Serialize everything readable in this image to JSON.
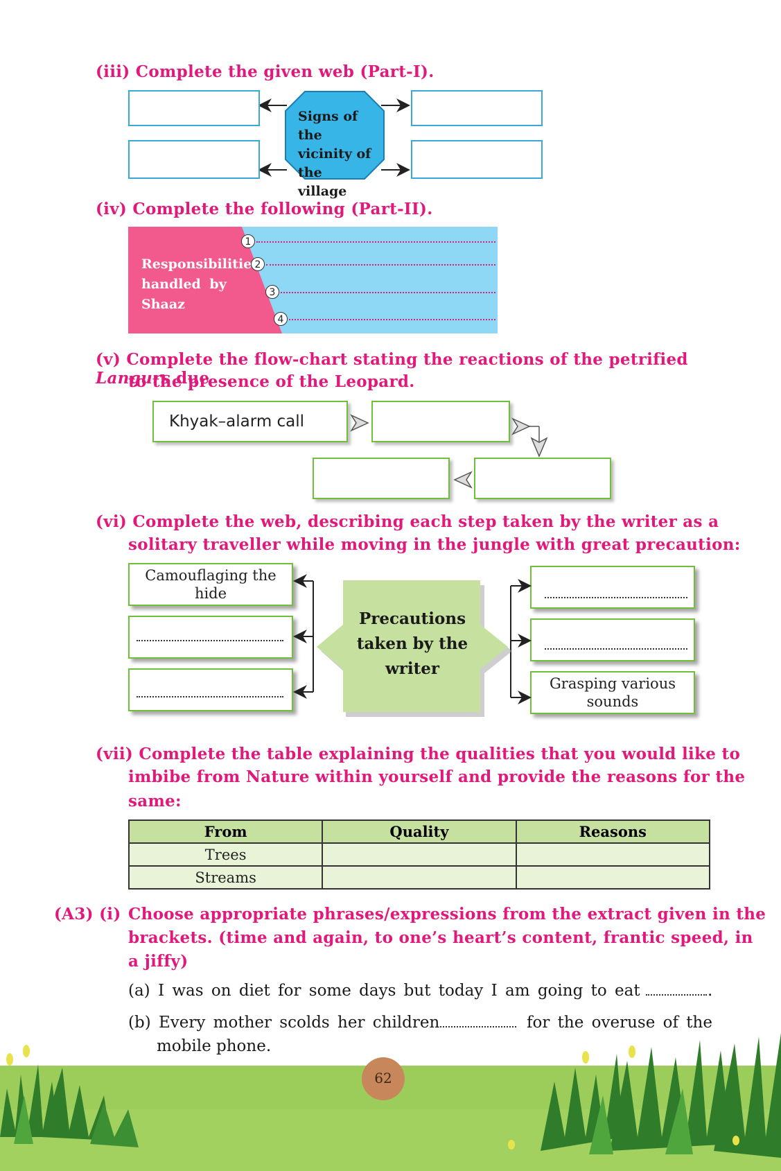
{
  "q3": {
    "heading": "(iii) Complete the given web (Part-I).",
    "center": "Signs of the vicinity of the village"
  },
  "q4": {
    "heading": "(iv) Complete the following (Part-II).",
    "label": "Responsibilities handled by Shaaz",
    "numbers": [
      "1",
      "2",
      "3",
      "4"
    ]
  },
  "q5": {
    "heading_line1": "(v) Complete the flow-chart stating the reactions of the petrified",
    "heading_italic": "Langurs",
    "heading_due": "due",
    "heading_line2": "to the presence of the Leopard.",
    "first_box": "Khyak–alarm call"
  },
  "q6": {
    "heading_line1": "(vi) Complete the web, describing each step taken by the writer as a",
    "heading_line2": "solitary traveller while moving in the jungle with great precaution:",
    "center": "Precautions taken by the writer",
    "left_top": "Camouflaging the hide",
    "right_bottom": "Grasping various sounds"
  },
  "q7": {
    "heading_line1": "(vii) Complete the table explaining the qualities that you would like to",
    "heading_line2": "imbibe from Nature within yourself and provide the reasons for the",
    "heading_line3": "same:",
    "headers": [
      "From",
      "Quality",
      "Reasons"
    ],
    "rows": [
      "Trees",
      "Streams"
    ]
  },
  "a3": {
    "label": "(A3) (i)",
    "line1": "Choose appropriate phrases/expressions from the extract given in the",
    "line2": "brackets. (time and again, to one’s heart’s content, frantic speed, in",
    "line3": "a jiffy)",
    "a_text": "(a) I was on diet for some days but today I am going to eat",
    "a_end": ".",
    "b_text": "(b) Every mother scolds her children",
    "b_after": "for the overuse of the",
    "b_line2": "mobile phone."
  },
  "page_number": "62",
  "colors": {
    "magenta": "#e0197b",
    "pink": "#f25a8e",
    "light_blue": "#8fd8f5",
    "web_blue": "#36b5e6",
    "green_fill": "#c6e0a0",
    "grass": "#9ccc5a",
    "page_circle": "#c8875a"
  }
}
